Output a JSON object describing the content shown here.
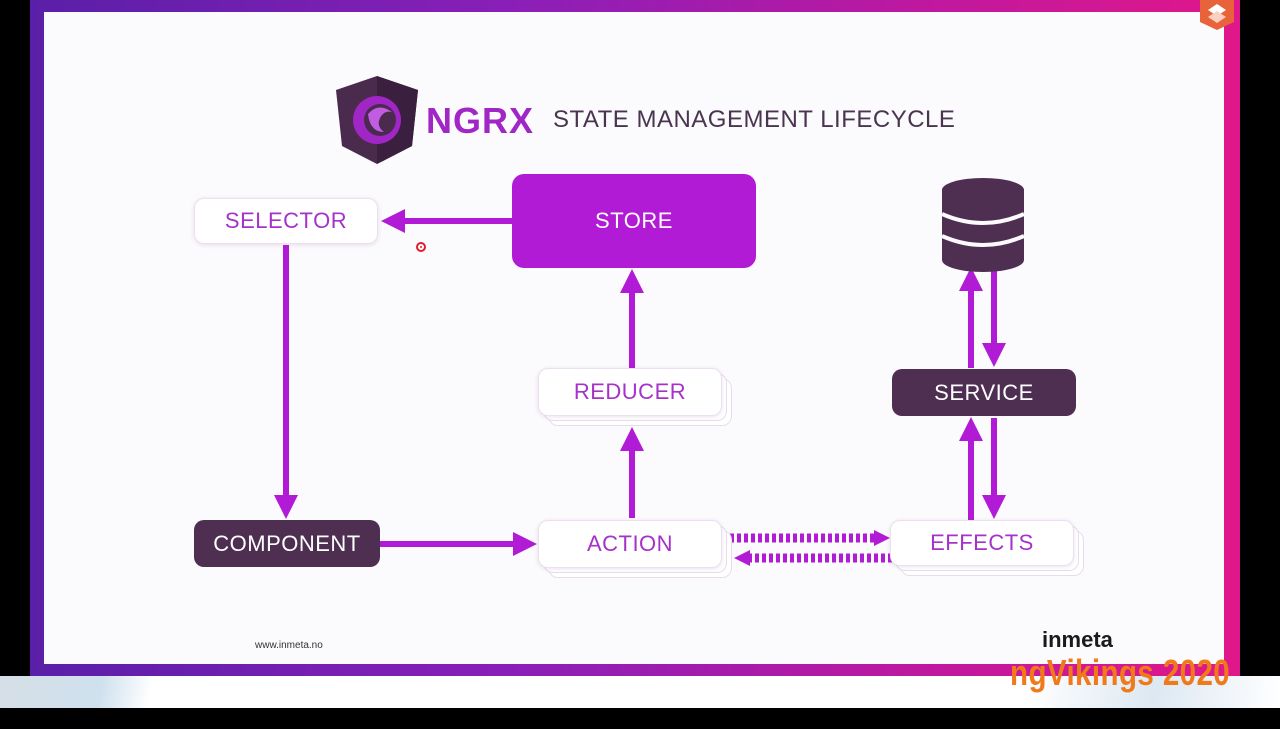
{
  "header": {
    "brand": "NGRX",
    "title": "STATE MANAGEMENT LIFECYCLE"
  },
  "nodes": {
    "selector": "SELECTOR",
    "store": "STORE",
    "reducer": "REDUCER",
    "component": "COMPONENT",
    "action": "ACTION",
    "service": "SERVICE",
    "effects": "EFFECTS"
  },
  "footer": {
    "url": "www.inmeta.no",
    "company": "inmeta",
    "event": "ngVikings 2020"
  },
  "colors": {
    "accent": "#b21bd6",
    "arrow": "#b21bd6",
    "dark_node": "#4e2f52",
    "event_orange": "#f07a1a"
  },
  "icons": [
    "ngrx-logo-icon",
    "database-icon",
    "mouse-pointer-icon",
    "ngvikings-badge-icon"
  ]
}
